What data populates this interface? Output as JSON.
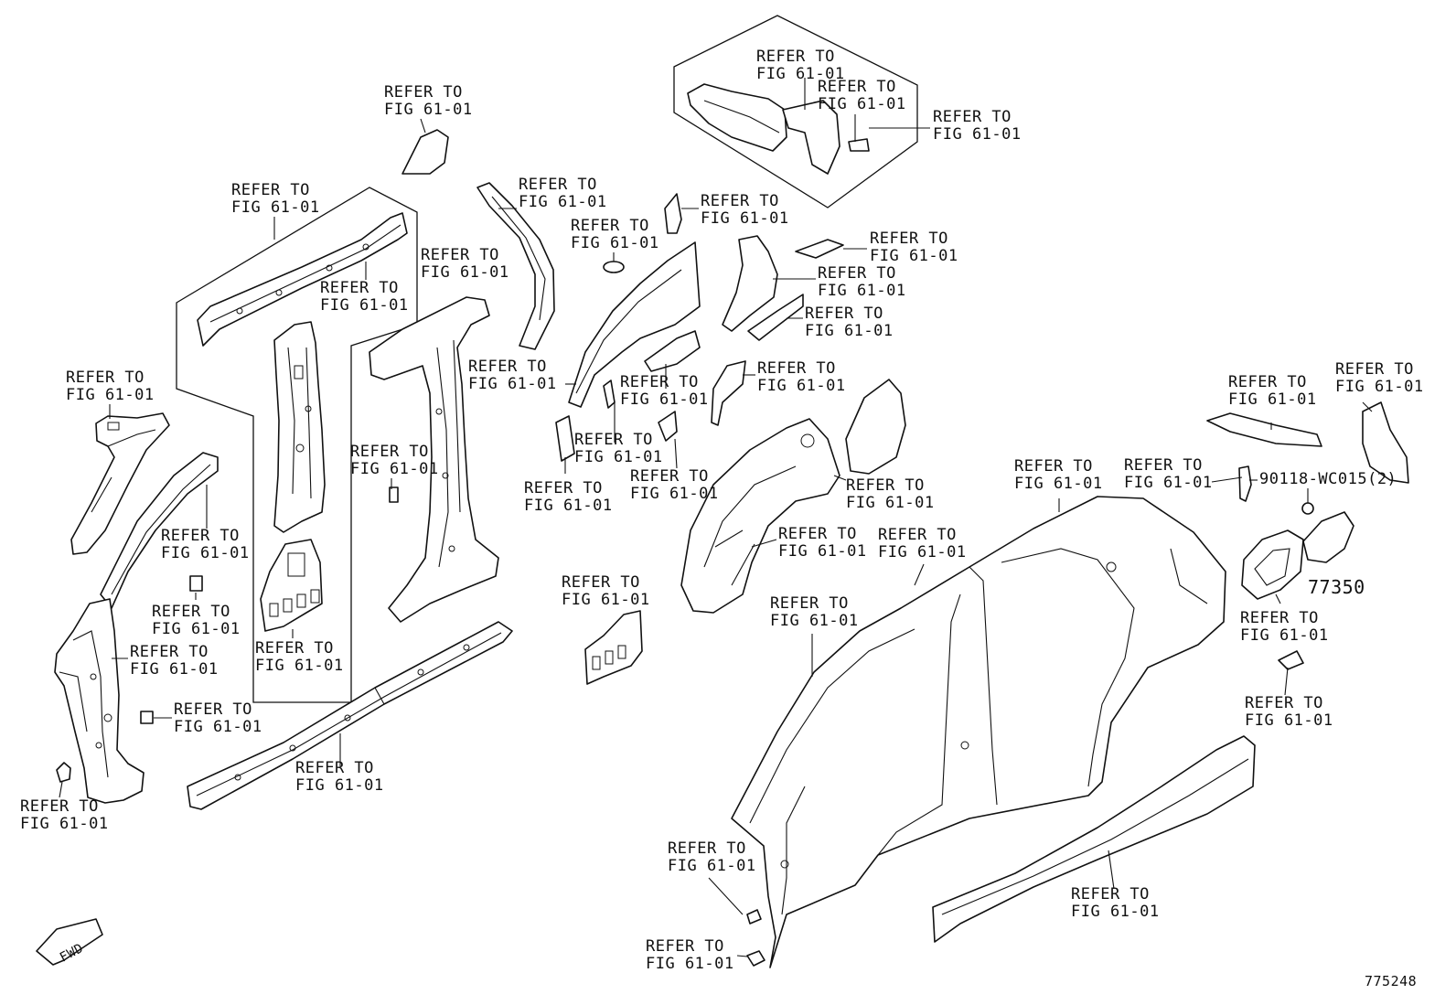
{
  "callout_line1": "REFER TO",
  "callout_line2": "FIG 61-01",
  "part_number_bolt": "90118-WC015(2)",
  "part_number_fuel_door": "77350",
  "fwd_label": "FWD",
  "diagram_number": "775248"
}
